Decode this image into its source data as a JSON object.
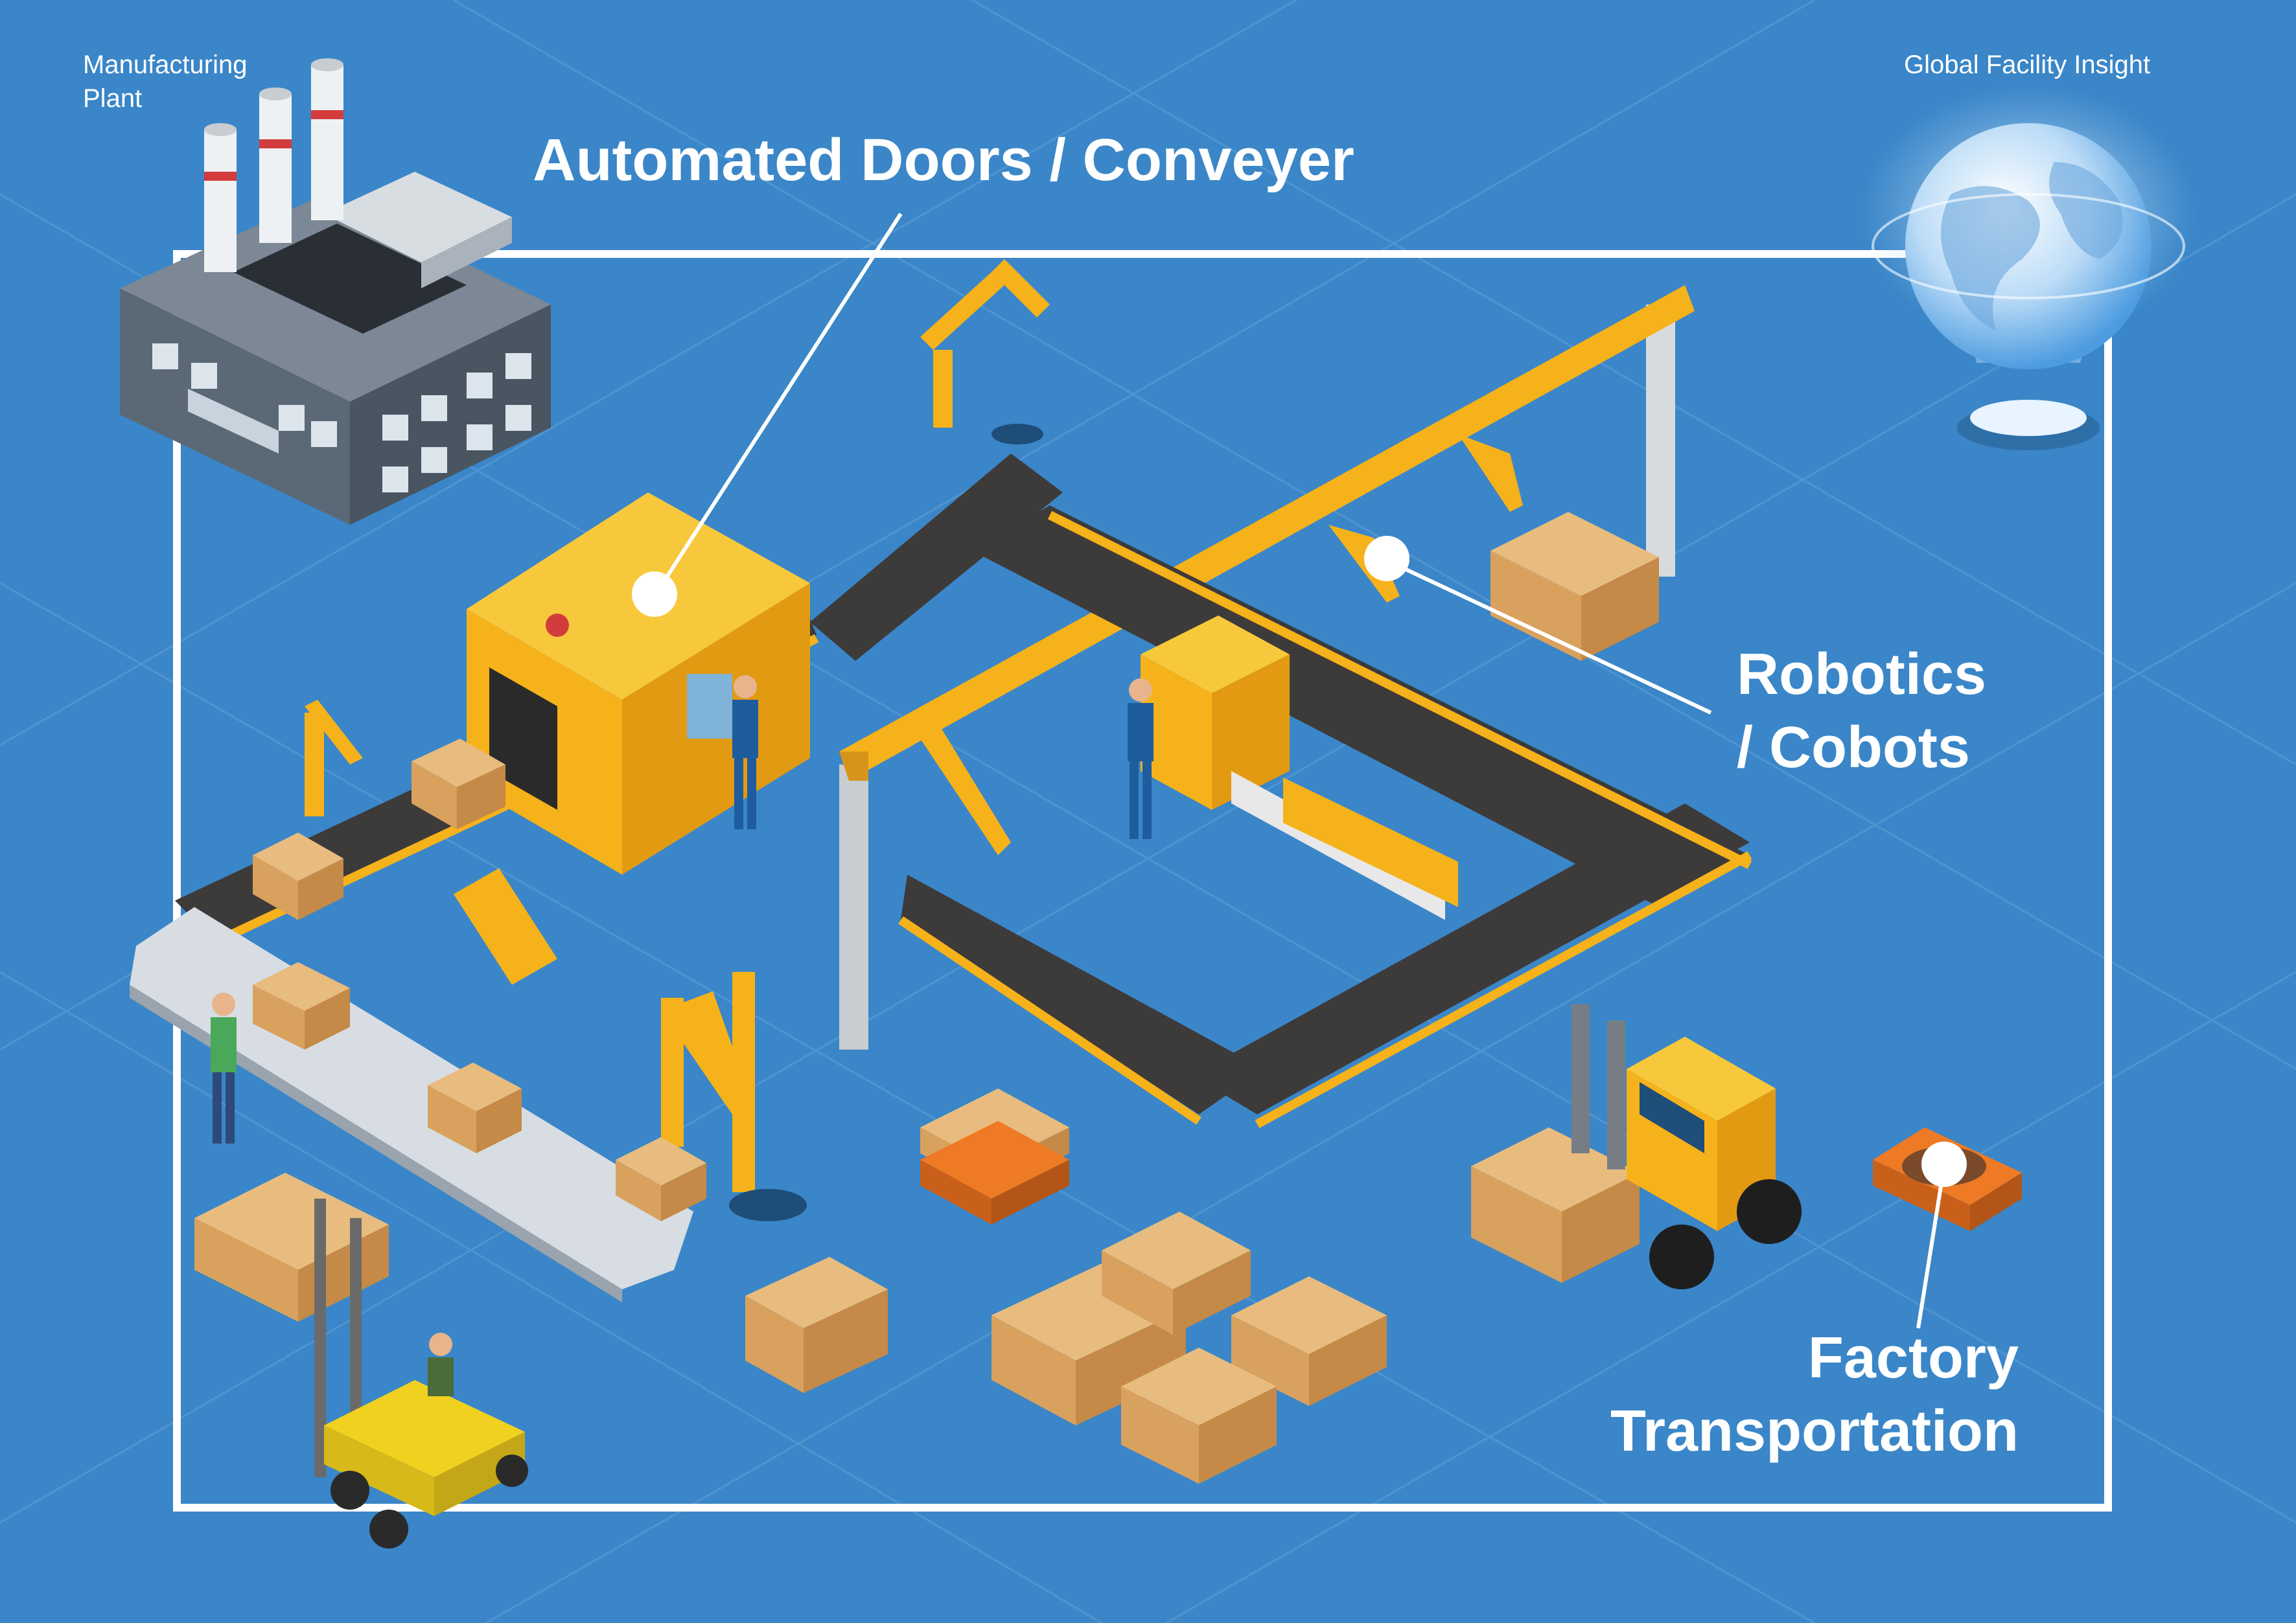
{
  "labels": {
    "plant": [
      "Manufacturing",
      "Plant"
    ],
    "global": "Global Facility Insight",
    "doors": "Automated Doors / Conveyer",
    "robotics": [
      "Robotics",
      "/ Cobots"
    ],
    "transport": [
      "Factory",
      "Transportation"
    ]
  },
  "colors": {
    "background": "#3a86c8",
    "frame": "#ffffff",
    "machine_yellow": "#f6b21a",
    "belt": "#3d3a3a",
    "box": "#d9a15e",
    "building": "#5b6875",
    "forklift": "#f1d11f",
    "agv_orange": "#ee7a25"
  },
  "icons": [
    "factory-building-icon",
    "globe-hologram-icon",
    "robot-arm-icon",
    "conveyor-belt-icon",
    "forklift-icon",
    "agv-robot-icon",
    "cardboard-box-icon",
    "worker-icon",
    "truck-icon"
  ]
}
